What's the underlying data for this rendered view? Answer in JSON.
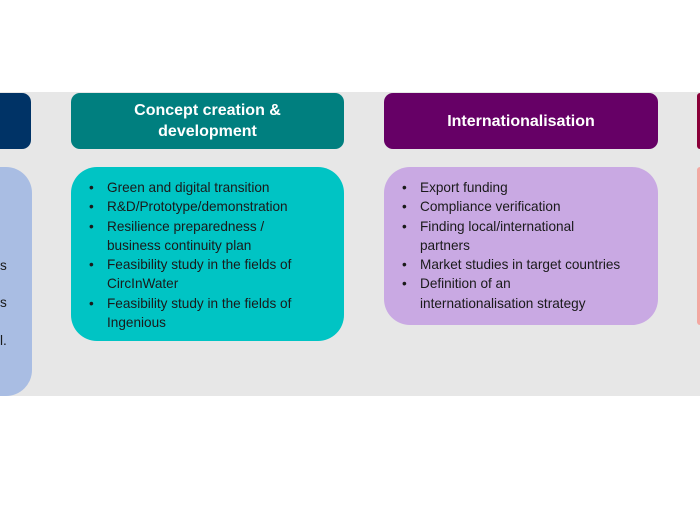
{
  "columns": [
    {
      "title": "",
      "fragments": [
        "s",
        "s",
        "l."
      ],
      "header_color": "#003366",
      "body_color": "#a9bde3"
    },
    {
      "title": "Concept creation & development",
      "header_color": "#007f7f",
      "body_color": "#00c4c4",
      "items": [
        "Green and digital transition",
        "R&D/Prototype/demonstration",
        "Resilience preparedness / business continuity plan",
        "Feasibility study in the fields of CircInWater",
        "Feasibility study in the fields of Ingenious"
      ]
    },
    {
      "title": "Internationalisation",
      "header_color": "#660066",
      "body_color": "#c9a9e3",
      "items": [
        "Export funding",
        "Compliance verification",
        "Finding local/international partners",
        "Market studies in target countries",
        "Definition of an internationalisation strategy"
      ]
    },
    {
      "title": "",
      "header_color": "#8b0038",
      "body_color": "#f4a7a1"
    }
  ]
}
